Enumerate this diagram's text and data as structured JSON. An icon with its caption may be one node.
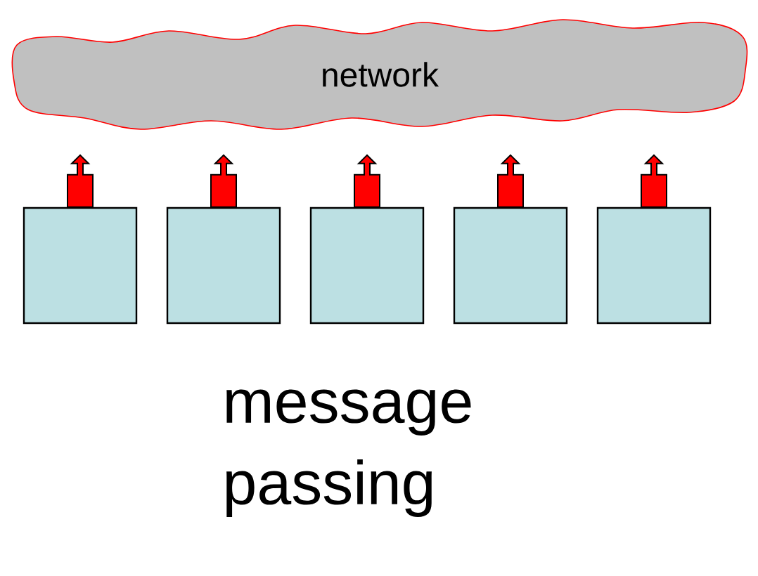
{
  "diagram": {
    "nodes": [
      {
        "text": [
          "network"
        ]
      },
      {
        "text": [],
        "shape": "box"
      },
      {
        "text": [],
        "shape": "box"
      },
      {
        "text": [],
        "shape": "box"
      },
      {
        "text": [],
        "shape": "box"
      },
      {
        "text": [],
        "shape": "box"
      }
    ],
    "edges": [
      {
        "from": 1,
        "to": null,
        "arrow": "to"
      },
      {
        "from": 2,
        "to": null,
        "arrow": "to"
      },
      {
        "from": 3,
        "to": null,
        "arrow": "to"
      },
      {
        "from": 4,
        "to": null,
        "arrow": "to"
      },
      {
        "from": 5,
        "to": null,
        "arrow": "to"
      }
    ],
    "labels": [
      "message passing"
    ]
  }
}
